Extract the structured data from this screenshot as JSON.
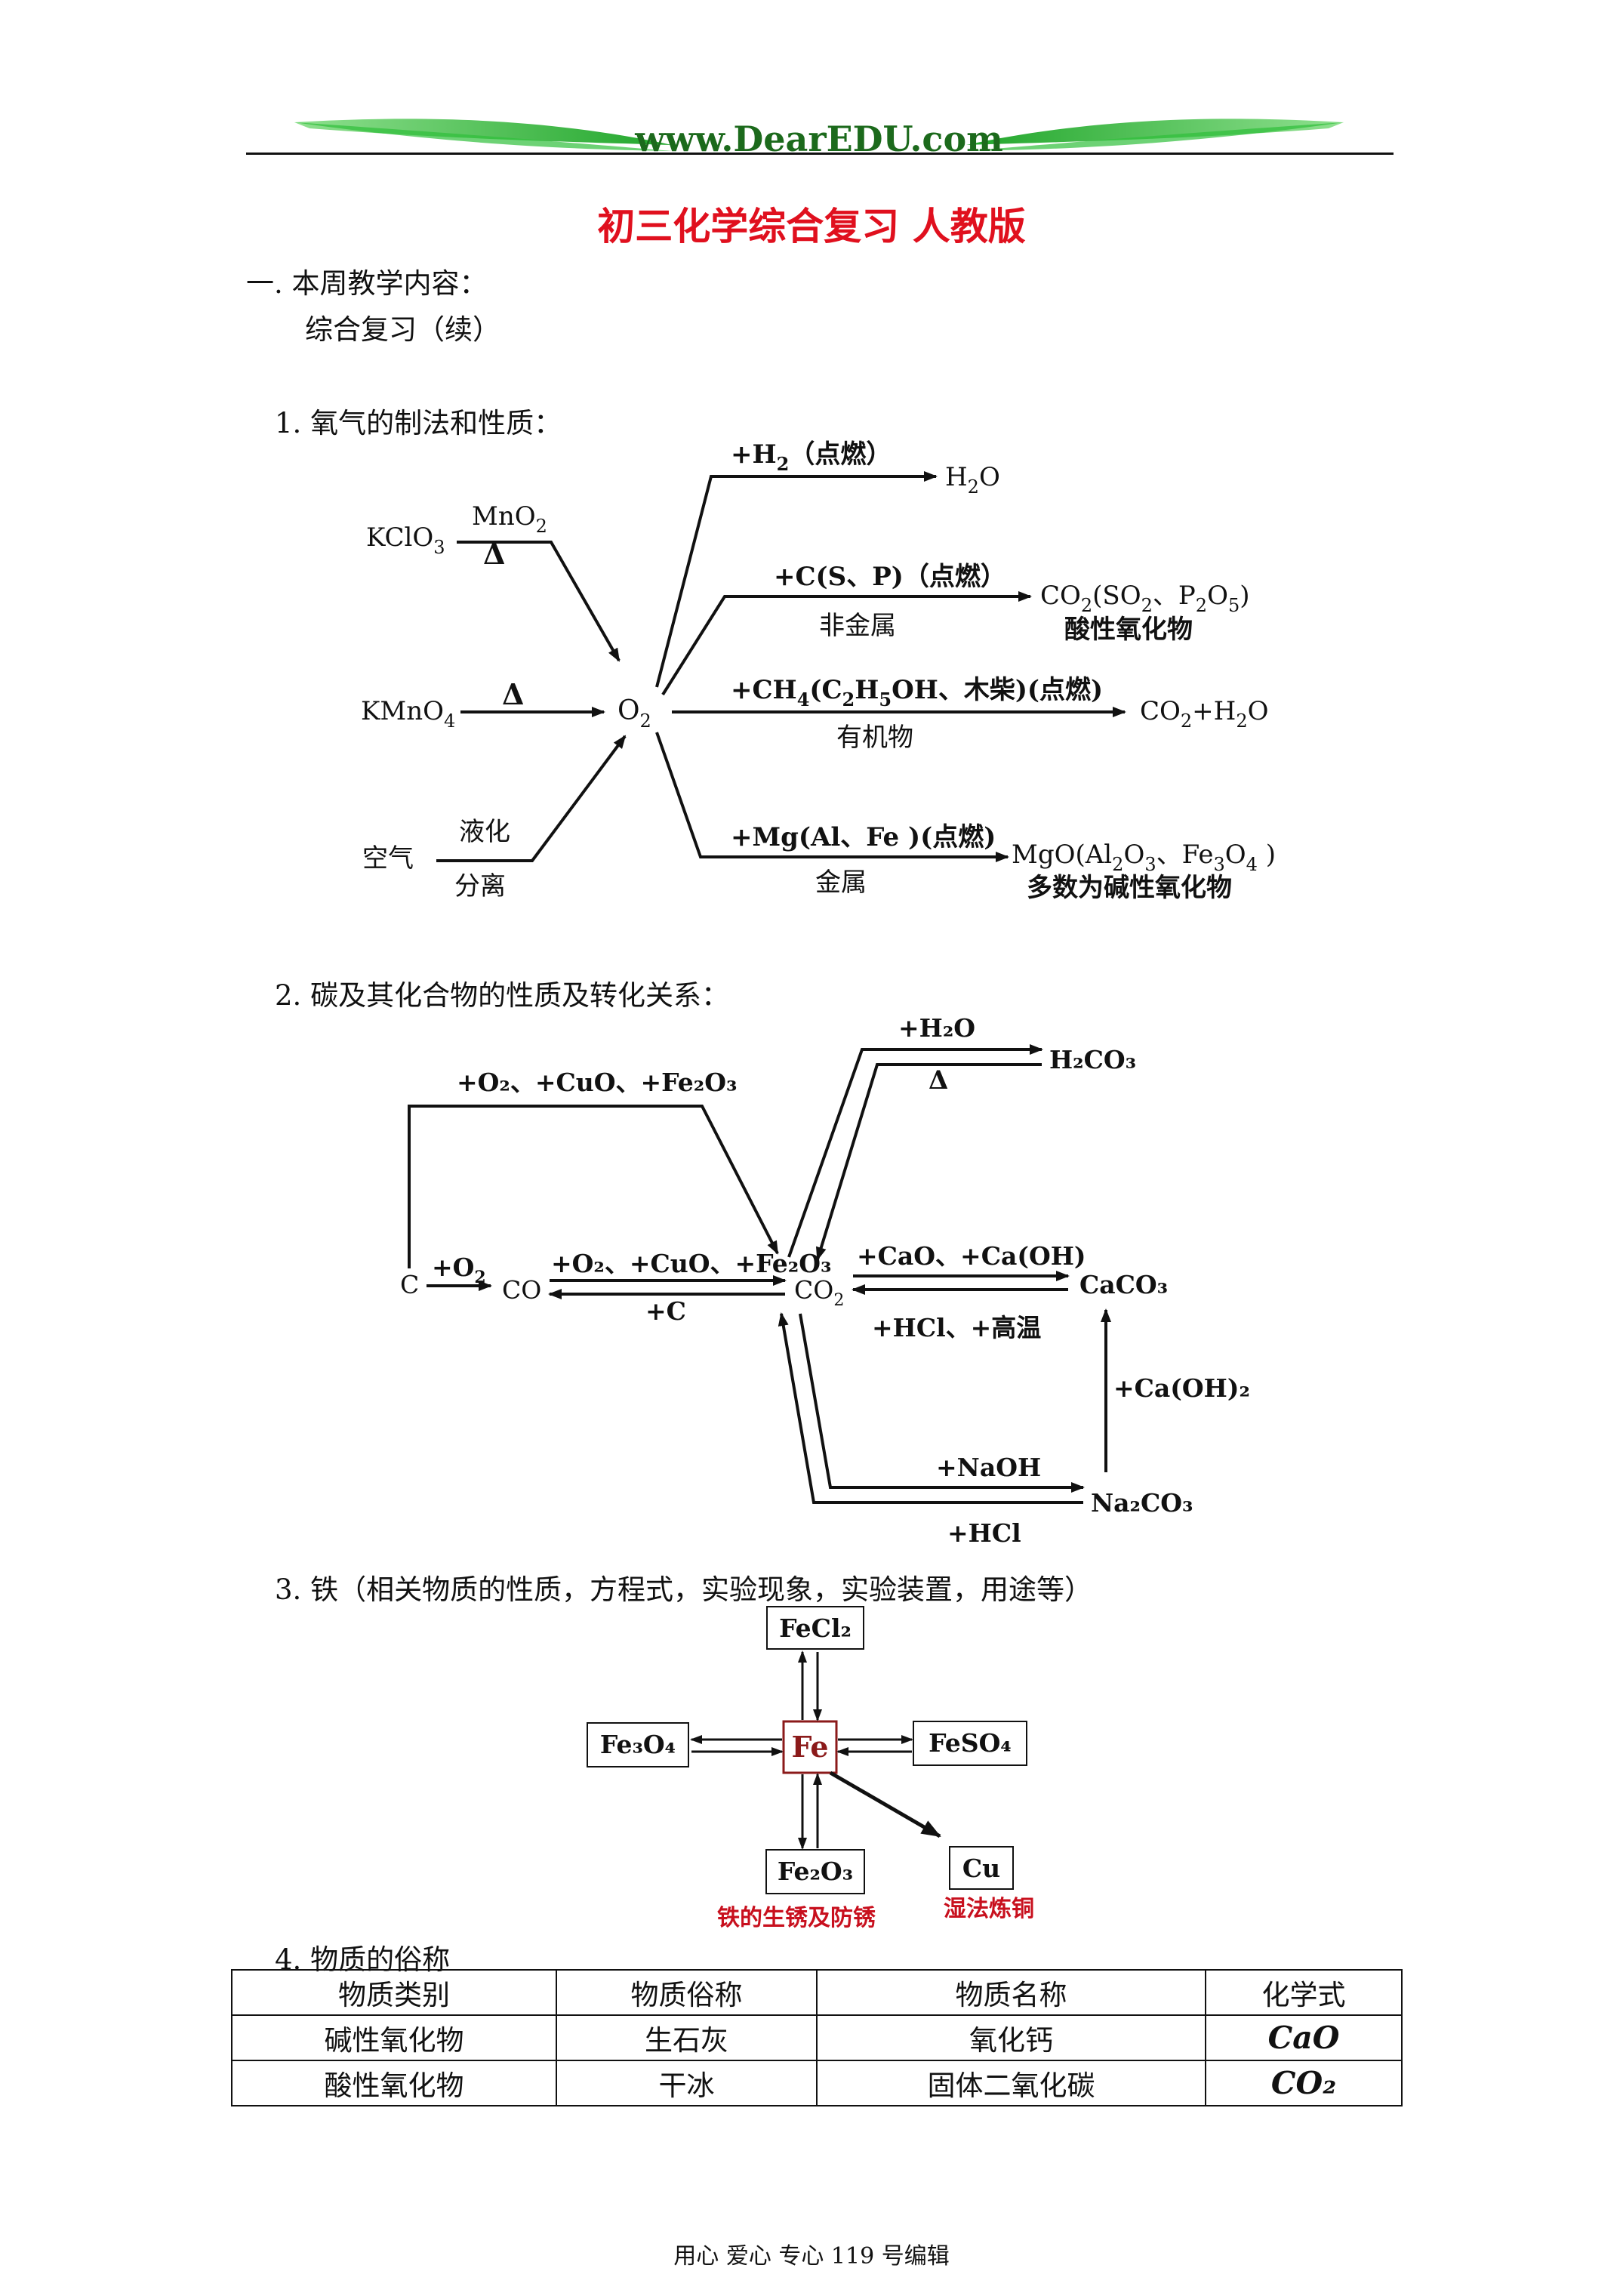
{
  "header": {
    "site": "www.DearEDU.com"
  },
  "title": "初三化学综合复习 人教版",
  "section1": {
    "heading": "一. 本周教学内容：",
    "subtitle": "综合复习（续）"
  },
  "item1": {
    "heading": "1. 氧气的制法和性质：",
    "diagram": {
      "kclo3": "KClO",
      "kclo3_sub": "3",
      "mno2": "MnO",
      "mno2_sub": "2",
      "kmno4": "KMnO",
      "kmno4_sub": "4",
      "delta": "Δ",
      "air": "空气",
      "liquefy": "液化",
      "separate": "分离",
      "o2": "O",
      "o2_sub": "2",
      "h2": "+H",
      "h2_sub": "2",
      "h2_cond": "（点燃）",
      "h2o": "H",
      "h2o_sub": "2",
      "h2o_o": "O",
      "c_sp": "+C(S、P)（点燃）",
      "nonmetal": "非金属",
      "co2_a": "CO",
      "co2_a_sub": "2",
      "co2_paren": "(SO",
      "co2_paren_sub": "2",
      "co2_p": "、P",
      "co2_p_sub": "2",
      "co2_o": "O",
      "co2_o_sub": "5",
      "co2_close": ")",
      "acid_oxide": "酸性氧化物",
      "ch4": "+CH",
      "ch4_sub": "4",
      "ch4_rest": "(C",
      "ch4_c2": "2",
      "ch4_h5": "H",
      "ch4_h5_sub": "5",
      "ch4_tail": "OH、木柴)(点燃)",
      "organic": "有机物",
      "co2h2o": "CO",
      "co2h2o_sub": "2",
      "co2h2o_tail": "+H",
      "co2h2o_h_sub": "2",
      "co2h2o_o": "O",
      "mg": "+Mg(Al、Fe )(点燃)",
      "metal": "金属",
      "mgo": "MgO(Al",
      "mgo_sub1": "2",
      "mgo_o3": "O",
      "mgo_sub2": "3",
      "mgo_fe": "、Fe",
      "mgo_sub3": "3",
      "mgo_o4": "O",
      "mgo_sub4": "4",
      "mgo_close": " )",
      "basic_oxide": "多数为碱性氧化物"
    }
  },
  "item2": {
    "heading": "2. 碳及其化合物的性质及转化关系：",
    "diagram": {
      "c": "C",
      "plus_o2": "+O",
      "plus_o2_sub": "2",
      "co": "CO",
      "top_loop": "+O₂、+CuO、+Fe₂O₃",
      "co_to_co2": "+O₂、+CuO、+Fe₂O₃",
      "plus_c": "+C",
      "co2": "CO",
      "co2_sub": "2",
      "h2o": "+H₂O",
      "h2co3": "H₂CO₃",
      "delta": "Δ",
      "cao": "+CaO、+Ca(OH)",
      "cao_sub": "",
      "caco3": "CaCO₃",
      "hcl_high": "+HCl、+高温",
      "caoh2": "+Ca(OH)₂",
      "naoh": "+NaOH",
      "na2co3": "Na₂CO₃",
      "hcl": "+HCl"
    }
  },
  "item3": {
    "heading": "3. 铁（相关物质的性质，方程式，实验现象，实验装置，用途等）",
    "diagram": {
      "fecl2": "FeCl₂",
      "fe3o4": "Fe₃O₄",
      "fe": "Fe",
      "feso4": "FeSO₄",
      "fe2o3": "Fe₂O₃",
      "cu": "Cu",
      "rust": "铁的生锈及防锈",
      "wet_copper": "湿法炼铜"
    }
  },
  "item4": {
    "heading": "4. 物质的俗称",
    "table": {
      "headers": [
        "物质类别",
        "物质俗称",
        "物质名称",
        "化学式"
      ],
      "rows": [
        [
          "碱性氧化物",
          "生石灰",
          "氧化钙",
          "CaO"
        ],
        [
          "酸性氧化物",
          "干冰",
          "固体二氧化碳",
          "CO₂"
        ]
      ]
    }
  },
  "footer": "用心 爱心 专心 119 号编辑",
  "colors": {
    "title": "#e0101e",
    "logo_green": "#2fbf3a",
    "logo_text": "#1c6a1c",
    "fe_box": "#8b1a1a",
    "red_caption": "#c8101e"
  }
}
